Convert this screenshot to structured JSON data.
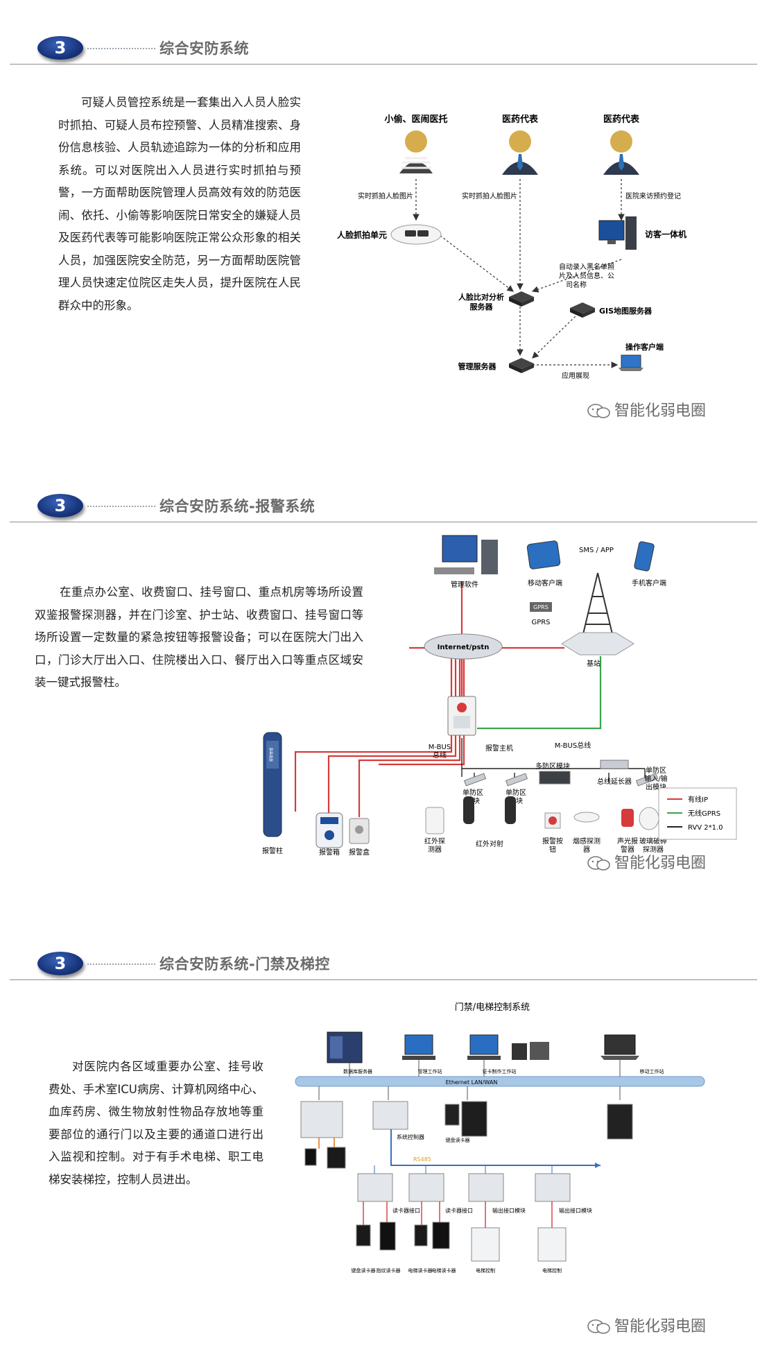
{
  "sections": [
    {
      "number": "3",
      "title": "综合安防系统",
      "paragraph": "可疑人员管控系统是一套集出入人员人脸实时抓拍、可疑人员布控预警、人员精准搜索、身份信息核验、人员轨迹追踪为一体的分析和应用系统。可以对医院出入人员进行实时抓拍与预警，一方面帮助医院管理人员高效有效的防范医闹、依托、小偷等影响医院日常安全的嫌疑人员及医药代表等可能影响医院正常公众形象的相关人员，加强医院安全防范，另一方面帮助医院管理人员快速定位院区走失人员，提升医院在人民群众中的形象。",
      "diagram": {
        "person1": "小偷、医闹医托",
        "person2": "医药代表",
        "person3": "医药代表",
        "edge_capture1": "实时抓拍人脸图片",
        "edge_capture2": "实时抓拍人脸图片",
        "edge_visit": "医院来访预约登记",
        "face_unit": "人脸抓拍单元",
        "visitor_kiosk": "访客一体机",
        "auto_entry": [
          "自动录入黑名单照",
          "片及人员信息、公",
          "司名称"
        ],
        "compare_server": [
          "人脸比对分析",
          "服务器"
        ],
        "gis_server": "GIS地图服务器",
        "mgmt_server": "管理服务器",
        "client": "操作客户端",
        "app_display": "应用展现"
      },
      "watermark": "智能化弱电圈"
    },
    {
      "number": "3",
      "title": "综合安防系统-报警系统",
      "paragraph": "在重点办公室、收费窗口、挂号窗口、重点机房等场所设置双鉴报警探测器，并在门诊室、护士站、收费窗口、挂号窗口等场所设置一定数量的紧急按钮等报警设备；可以在医院大门出入口，门诊大厅出入口、住院楼出入口、餐厅出入口等重点区域安装一键式报警柱。",
      "diagram": {
        "mgmt_software": "管理软件",
        "sms_app": "SMS / APP",
        "mobile_client": "移动客户端",
        "phone_client": "手机客户端",
        "gprs_tag": "GPRS",
        "gprs": "GPRS",
        "internet": "Internet/pstn",
        "base_station": "基站",
        "mbus": [
          "M-BUS",
          "总线"
        ],
        "alarm_host": "报警主机",
        "mbus_bus": "M-BUS总线",
        "multi_zone": "多防区模块",
        "single_zone1": [
          "单防区",
          "模块"
        ],
        "single_zone2": [
          "单防区",
          "模块"
        ],
        "bus_ext": "总线延长器",
        "single_io": [
          "单防区",
          "输入/输",
          "出模块"
        ],
        "alarm_pillar": "报警柱",
        "alarm_box": "报警箱",
        "alarm_case": "报警盒",
        "ir_detector": [
          "红外探",
          "测器"
        ],
        "ir_beam": "红外对射",
        "alarm_button": [
          "报警按",
          "钮"
        ],
        "smoke": [
          "烟感探测",
          "器"
        ],
        "strobe": [
          "声光报",
          "警器"
        ],
        "glass": [
          "玻璃破碎",
          "探测器"
        ],
        "legend": [
          {
            "label": "有线IP",
            "color": "#d63a3a"
          },
          {
            "label": "无线GPRS",
            "color": "#3aa24f"
          },
          {
            "label": "RVV 2*1.0",
            "color": "#222222"
          }
        ],
        "panel_label": "报警管理"
      },
      "watermark": "智能化弱电圈"
    },
    {
      "number": "3",
      "title": "综合安防系统-门禁及梯控",
      "paragraph": "对医院内各区域重要办公室、挂号收费处、手术室ICU病房、计算机网络中心、血库药房、微生物放射性物品存放地等重要部位的通行门以及主要的通道口进行出入监视和控制。对于有手术电梯、职工电梯安装梯控，控制人员进出。",
      "diagram": {
        "heading": "门禁/电梯控制系统",
        "db_server": "数据库服务器",
        "mgmt_ws": "管理工作站",
        "card_ws": "证卡制作工作站",
        "mobile_ws": "移动工作站",
        "bus": "Ethernet LAN/WAN",
        "sys_controller": "系统控制器",
        "keypad_reader": "键盘读卡器",
        "rs485": "RS485",
        "reader_port1": "读卡器接口",
        "reader_port2": "读卡器接口",
        "output1": "输出接口模块",
        "output2": "输出接口模块",
        "bottom_labels": [
          "键盘读卡器",
          "指纹读卡器",
          "电梯读卡器",
          "电梯读卡器",
          "电梯控制",
          "电梯控制"
        ]
      },
      "watermark": "智能化弱电圈"
    }
  ]
}
